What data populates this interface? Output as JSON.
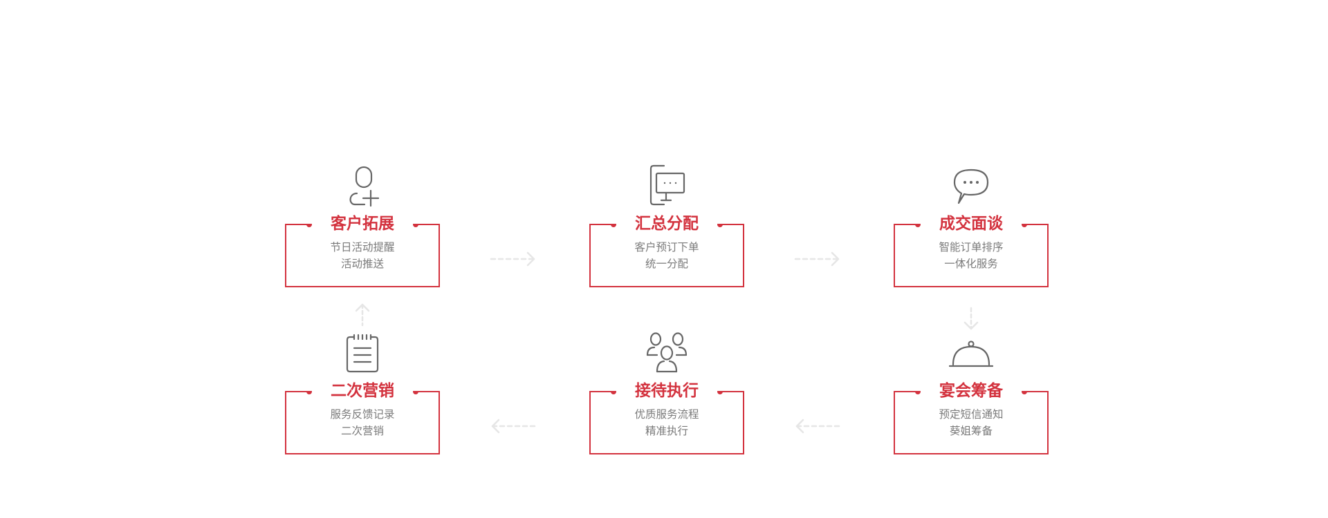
{
  "steps": [
    {
      "icon": "user-add-icon",
      "title": "客户拓展",
      "lines": [
        "节日活动提醒",
        "活动推送"
      ]
    },
    {
      "icon": "message-window-icon",
      "title": "汇总分配",
      "lines": [
        "客户预订下单",
        "统一分配"
      ]
    },
    {
      "icon": "chat-bubble-icon",
      "title": "成交面谈",
      "lines": [
        "智能订单排序",
        "一体化服务"
      ]
    },
    {
      "icon": "clipboard-icon",
      "title": "二次营销",
      "lines": [
        "服务反馈记录",
        "二次营销"
      ]
    },
    {
      "icon": "team-icon",
      "title": "接待执行",
      "lines": [
        "优质服务流程",
        "精准执行"
      ]
    },
    {
      "icon": "food-cloche-icon",
      "title": "宴会筹备",
      "lines": [
        "预定短信通知",
        "葵姐筹备"
      ]
    }
  ],
  "colors": {
    "accent": "#d3323e",
    "icon": "#666666",
    "text": "#7a7a7a",
    "arrow": "#e6e6e6"
  }
}
